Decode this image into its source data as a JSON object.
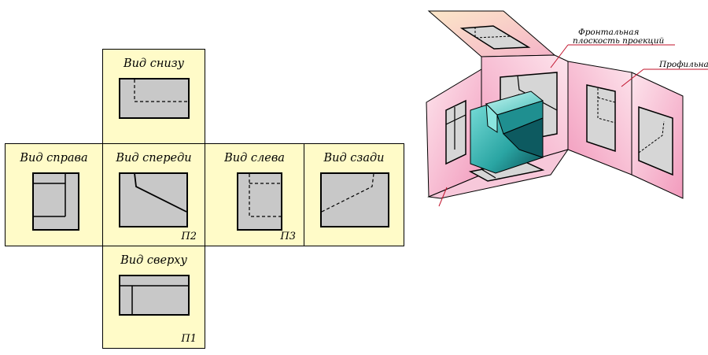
{
  "unfolded_views": {
    "bottom": {
      "title": "Вид снизу",
      "plane": ""
    },
    "right": {
      "title": "Вид справа",
      "plane": ""
    },
    "front": {
      "title": "Вид спереди",
      "plane": "П2"
    },
    "left": {
      "title": "Вид слева",
      "plane": "П3"
    },
    "back": {
      "title": "Вид сзади",
      "plane": ""
    },
    "top": {
      "title": "Вид сверху",
      "plane": "П1"
    }
  },
  "isometric": {
    "frontal_label_line1": "Фронтальная",
    "frontal_label_line2": "плоскость проекций",
    "profile_label": "Профильная"
  },
  "colors": {
    "panel_fill": "#fffbc8",
    "view_fill": "#c8c8c8",
    "plane_pink": "#f5a8c4",
    "plane_light": "#fde4ec",
    "cube_teal": "#3fb9b6",
    "leader_red": "#c0102a"
  }
}
